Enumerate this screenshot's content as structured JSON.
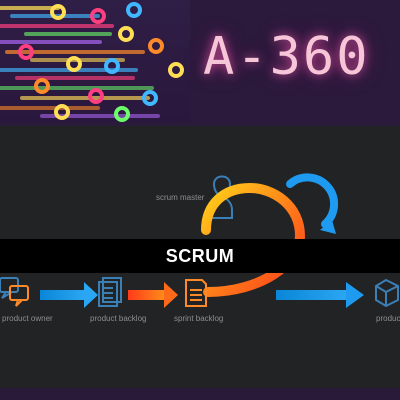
{
  "brand": {
    "text": "A-360",
    "glow_color": "#ff69b4"
  },
  "process": {
    "title": "SCRUM",
    "roles": {
      "scrum_master": "scrum master",
      "product_owner": "product owner"
    },
    "stages": {
      "product_backlog": "product backlog",
      "sprint_backlog": "sprint backlog",
      "product": "product"
    },
    "colors": {
      "arrow_blue": "#2aa6f2",
      "arrow_orange": "#ff6a1a",
      "loop_yellow": "#ffd21a",
      "loop_red": "#ff3b1a",
      "cycle_blue": "#1e9bf0",
      "icon_gray": "#3a7fb6"
    }
  },
  "decor": {
    "pattern_palette": [
      "#ffdd55",
      "#ff3f7f",
      "#41b7ff",
      "#6cff6a",
      "#b56bff",
      "#ff8a2a"
    ]
  }
}
